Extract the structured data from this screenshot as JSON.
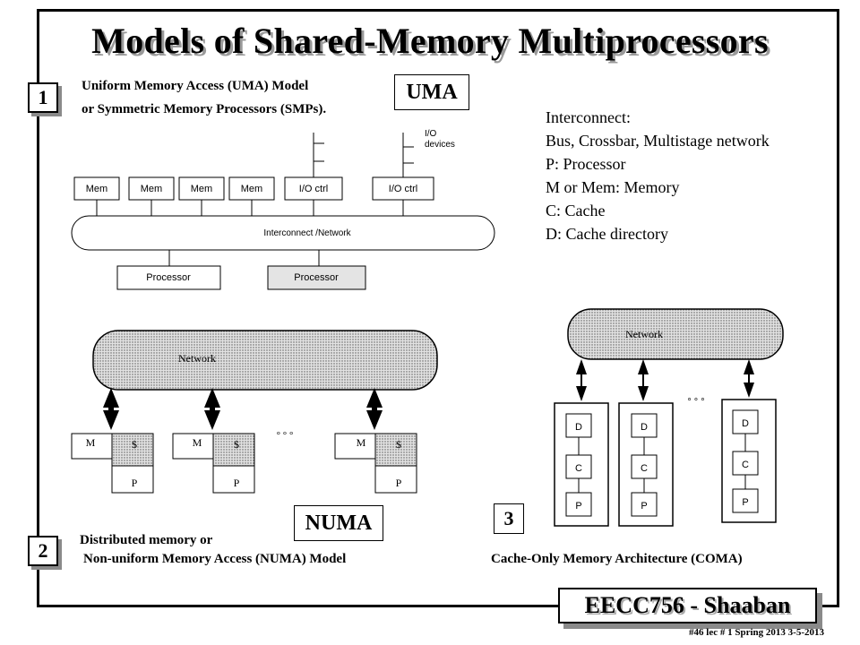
{
  "title": "Models of Shared-Memory Multiprocessors",
  "uma": {
    "number": "1",
    "line1": "Uniform Memory Access (UMA) Model",
    "line2": "or Symmetric Memory Processors (SMPs).",
    "tag": "UMA",
    "mem_labels": [
      "Mem",
      "Mem",
      "Mem",
      "Mem"
    ],
    "io_ctrl_labels": [
      "I/O ctrl",
      "I/O ctrl"
    ],
    "io_devices_line1": "I/O",
    "io_devices_line2": "devices",
    "interconnect_label": "Interconnect /Network",
    "processor_labels": [
      "Processor",
      "Processor"
    ]
  },
  "legend": [
    "Interconnect:",
    "Bus, Crossbar, Multistage network",
    "P:  Processor",
    "M or Mem: Memory",
    "C: Cache",
    "D: Cache directory"
  ],
  "numa": {
    "number": "2",
    "network_label": "Network",
    "node_m": "M",
    "node_cache": "$",
    "node_p": "P",
    "ellipsis": "° ° °",
    "tag": "NUMA",
    "line1": "Distributed memory or",
    "line2": "Non-uniform Memory Access (NUMA) Model"
  },
  "coma": {
    "number": "3",
    "network_label": "Network",
    "node_d": "D",
    "node_c": "C",
    "node_p": "P",
    "ellipsis": "° ° °",
    "caption": "Cache-Only Memory Architecture (COMA)"
  },
  "footer": {
    "course": "EECC756 - Shaaban",
    "line": "#46  lec # 1   Spring 2013  3-5-2013"
  },
  "colors": {
    "network_fill": "#d6d6d6",
    "processor_shaded": "#e4e4e4",
    "shadow": "#8a8a8a"
  }
}
